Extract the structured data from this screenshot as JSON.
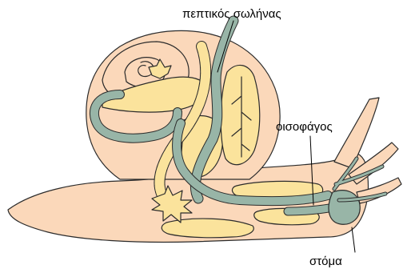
{
  "labels": {
    "digestive_tract": "πεπτικός σωλήνας",
    "esophagus": "οισοφάγος",
    "mouth": "στόμα"
  },
  "colors": {
    "body": "#fbd8ba",
    "gland": "#fbe39c",
    "tract": "#98b5a7",
    "outline": "#2b2b2b",
    "background": "#ffffff"
  }
}
